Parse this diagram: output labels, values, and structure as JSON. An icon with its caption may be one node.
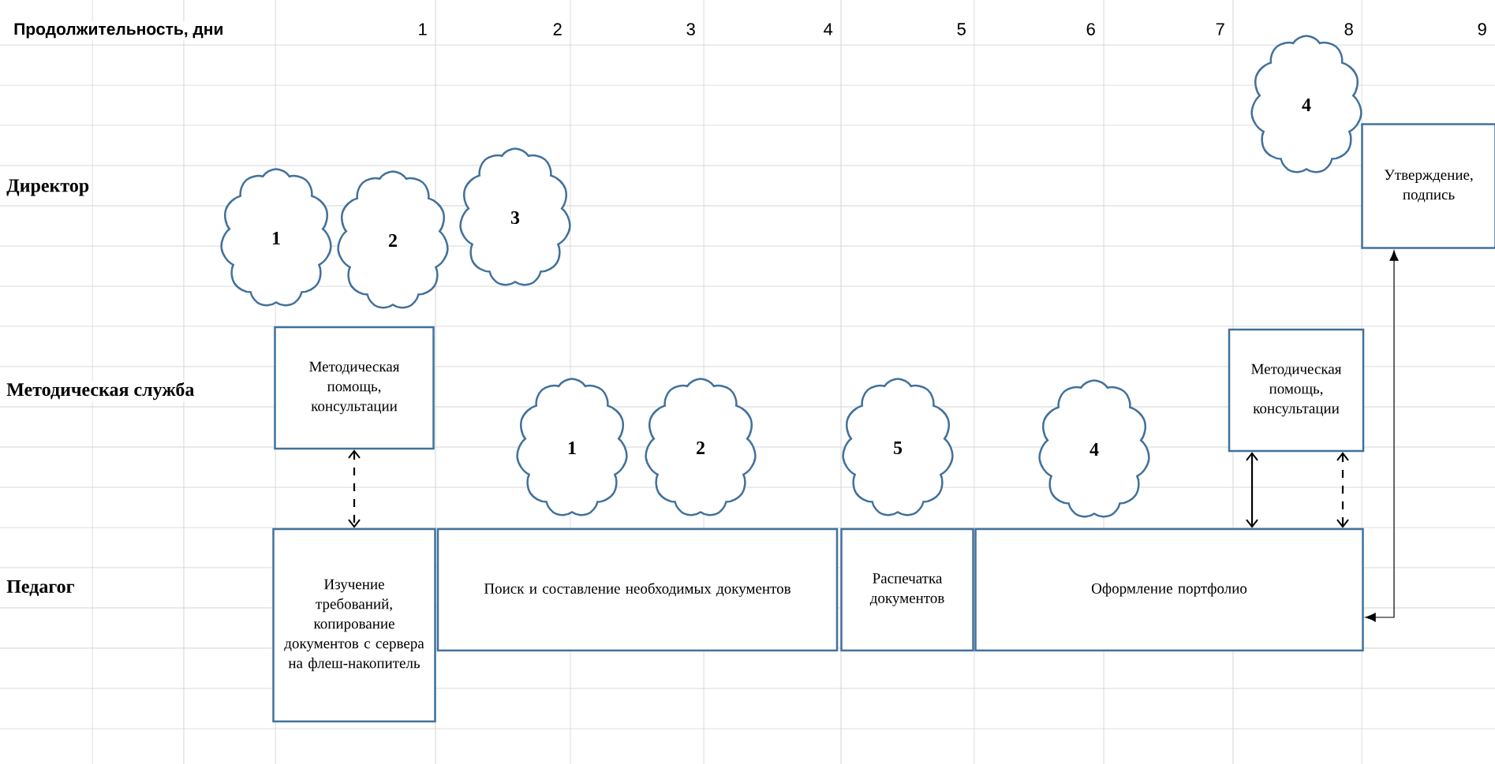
{
  "diagram": {
    "nodes": [
      {
        "text": [
          "4"
        ]
      },
      {
        "text": [
          "Утверждение, подпись"
        ]
      },
      {
        "text": [
          "1"
        ]
      },
      {
        "text": [
          "2"
        ]
      },
      {
        "text": [
          "3"
        ]
      },
      {
        "text": [
          "Методическая помощь, консультации"
        ]
      },
      {
        "text": [
          "1"
        ]
      },
      {
        "text": [
          "2"
        ]
      },
      {
        "text": [
          "5"
        ]
      },
      {
        "text": [
          "4"
        ]
      },
      {
        "text": [
          "Методическая помощь, консультации"
        ]
      },
      {
        "text": [
          "Изучение требований, копирование документов с сервера на флеш-накопитель"
        ]
      },
      {
        "text": [
          "Поиск и составление необходимых документов"
        ]
      },
      {
        "text": [
          "Распечатка документов"
        ]
      },
      {
        "text": [
          "Оформление портфолио"
        ]
      }
    ],
    "edges": [
      {
        "from": 5,
        "to": 11,
        "arrow": "both",
        "style": "dashed"
      },
      {
        "from": 10,
        "to": 14,
        "arrow": "both"
      },
      {
        "from": 10,
        "to": 14,
        "arrow": "both",
        "style": "dashed"
      },
      {
        "from": 1,
        "to": 14,
        "arrow": "both"
      }
    ],
    "labels": [
      "Продолжительность, дни",
      "1",
      "2",
      "3",
      "4",
      "5",
      "6",
      "7",
      "8",
      "9",
      "Директор",
      "Методическая служба",
      "Педагог"
    ]
  }
}
